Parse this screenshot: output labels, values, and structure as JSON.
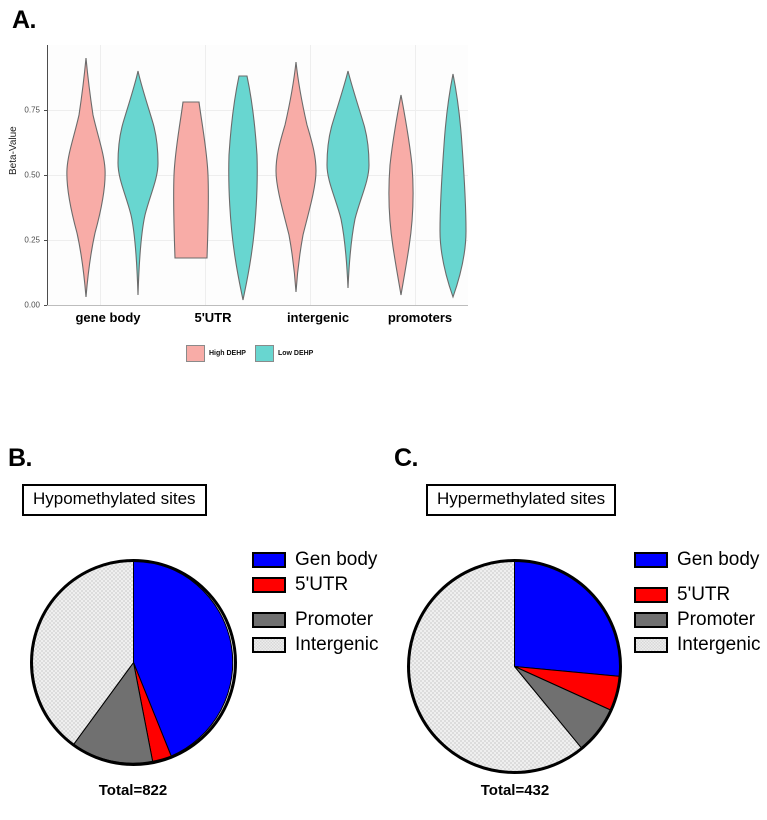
{
  "figure": {
    "panels": [
      {
        "letter": "A."
      },
      {
        "letter": "B."
      },
      {
        "letter": "C."
      }
    ]
  },
  "colors": {
    "high_dehp": "#F8ACA7",
    "low_dehp": "#68D6D0",
    "gene_body": "#0000FF",
    "utr5": "#FF0000",
    "promoter": "#707070",
    "intergenic": "#ECECEC",
    "outline": "#000000"
  },
  "panel_a": {
    "letter": "A.",
    "y_axis_title": "Beta-Value",
    "y_ticks": [
      "0.00",
      "0.25",
      "0.50",
      "0.75"
    ],
    "x_categories": [
      "gene body",
      "5'UTR",
      "intergenic",
      "promoters"
    ],
    "legend": [
      {
        "label": "High DEHP",
        "color": "#F8ACA7"
      },
      {
        "label": "Low DEHP",
        "color": "#68D6D0"
      }
    ]
  },
  "panel_b": {
    "letter": "B.",
    "title": "Hypomethylated sites",
    "total_label": "Total=822",
    "legend": [
      {
        "label": "Gen body",
        "color": "#0000FF"
      },
      {
        "label": "5'UTR",
        "color": "#FF0000"
      },
      {
        "label": "Promoter",
        "color": "#707070"
      },
      {
        "label": "Intergenic",
        "color": "#ECECEC"
      }
    ]
  },
  "panel_c": {
    "letter": "C.",
    "title": "Hypermethylated sites",
    "total_label": "Total=432",
    "legend": [
      {
        "label": "Gen body",
        "color": "#0000FF"
      },
      {
        "label": "5'UTR",
        "color": "#FF0000"
      },
      {
        "label": "Promoter",
        "color": "#707070"
      },
      {
        "label": "Intergenic",
        "color": "#ECECEC"
      }
    ]
  },
  "chart_data": [
    {
      "type": "violin",
      "panel": "A",
      "title": "",
      "xlabel": "",
      "ylabel": "Beta-Value",
      "ylim": [
        0.0,
        1.0
      ],
      "y_ticks": [
        0.0,
        0.25,
        0.5,
        0.75
      ],
      "grid": true,
      "legend_position": "bottom",
      "categories": [
        "gene body",
        "5'UTR",
        "intergenic",
        "promoters"
      ],
      "series": [
        {
          "name": "High DEHP",
          "color": "#F8ACA7",
          "distributions": [
            {
              "category": "gene body",
              "min": 0.06,
              "max": 0.95,
              "median": 0.52,
              "peak": 0.55,
              "width_at_peak": 1.0
            },
            {
              "category": "5'UTR",
              "min": 0.18,
              "max": 0.78,
              "median": 0.38,
              "peak": 0.34,
              "width_at_peak": 0.85
            },
            {
              "category": "intergenic",
              "min": 0.05,
              "max": 0.87,
              "median": 0.51,
              "peak": 0.52,
              "width_at_peak": 1.0
            },
            {
              "category": "promoters",
              "min": 0.04,
              "max": 0.81,
              "median": 0.36,
              "peak": 0.36,
              "width_at_peak": 0.8
            }
          ]
        },
        {
          "name": "Low DEHP",
          "color": "#68D6D0",
          "distributions": [
            {
              "category": "gene body",
              "min": 0.04,
              "max": 0.9,
              "median": 0.63,
              "peak": 0.69,
              "width_at_peak": 1.0
            },
            {
              "category": "5'UTR",
              "min": 0.02,
              "max": 0.88,
              "median": 0.45,
              "peak": 0.45,
              "width_at_peak": 0.78
            },
            {
              "category": "intergenic",
              "min": 0.08,
              "max": 0.9,
              "median": 0.65,
              "peak": 0.68,
              "width_at_peak": 1.0
            },
            {
              "category": "promoters",
              "min": 0.03,
              "max": 0.89,
              "median": 0.33,
              "peak": 0.3,
              "width_at_peak": 0.85
            }
          ]
        }
      ]
    },
    {
      "type": "pie",
      "panel": "B",
      "title": "Hypomethylated sites",
      "total": 822,
      "total_label": "Total=822",
      "start_angle": 0,
      "direction": "clockwise",
      "labels": [
        "Gen body",
        "5'UTR",
        "Promoter",
        "Intergenic"
      ],
      "values": [
        44.0,
        3.0,
        13.0,
        40.0
      ],
      "colors": [
        "#0000FF",
        "#FF0000",
        "#707070",
        "#ECECEC"
      ],
      "legend_position": "right"
    },
    {
      "type": "pie",
      "panel": "C",
      "title": "Hypermethylated sites",
      "total": 432,
      "total_label": "Total=432",
      "start_angle": 0,
      "direction": "clockwise",
      "labels": [
        "Gen body",
        "5'UTR",
        "Promoter",
        "Intergenic"
      ],
      "values": [
        23.5,
        3.5,
        9.0,
        64.0
      ],
      "colors": [
        "#0000FF",
        "#FF0000",
        "#707070",
        "#ECECEC"
      ],
      "legend_position": "right"
    }
  ]
}
